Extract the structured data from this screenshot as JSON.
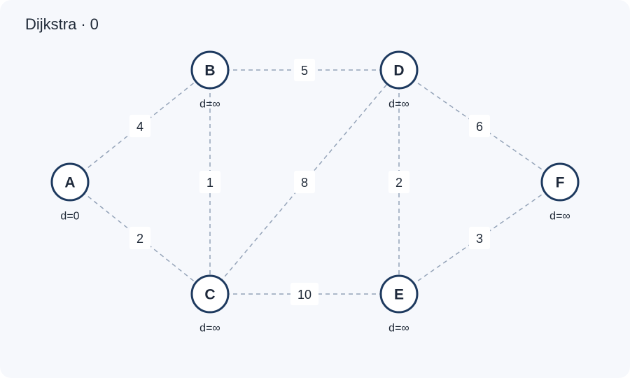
{
  "title": "Dijkstra",
  "step_separator": "·",
  "step": "0",
  "colors": {
    "background": "#f6f8fc",
    "node_stroke": "#1e3a5f",
    "edge": "#94a3b8"
  },
  "nodes": [
    {
      "id": "A",
      "distance_label": "d=0"
    },
    {
      "id": "B",
      "distance_label": "d=∞"
    },
    {
      "id": "C",
      "distance_label": "d=∞"
    },
    {
      "id": "D",
      "distance_label": "d=∞"
    },
    {
      "id": "E",
      "distance_label": "d=∞"
    },
    {
      "id": "F",
      "distance_label": "d=∞"
    }
  ],
  "edges": [
    {
      "from": "A",
      "to": "B",
      "weight": "4"
    },
    {
      "from": "A",
      "to": "C",
      "weight": "2"
    },
    {
      "from": "B",
      "to": "C",
      "weight": "1"
    },
    {
      "from": "B",
      "to": "D",
      "weight": "5"
    },
    {
      "from": "C",
      "to": "D",
      "weight": "8"
    },
    {
      "from": "C",
      "to": "E",
      "weight": "10"
    },
    {
      "from": "D",
      "to": "E",
      "weight": "2"
    },
    {
      "from": "D",
      "to": "F",
      "weight": "6"
    },
    {
      "from": "E",
      "to": "F",
      "weight": "3"
    }
  ]
}
